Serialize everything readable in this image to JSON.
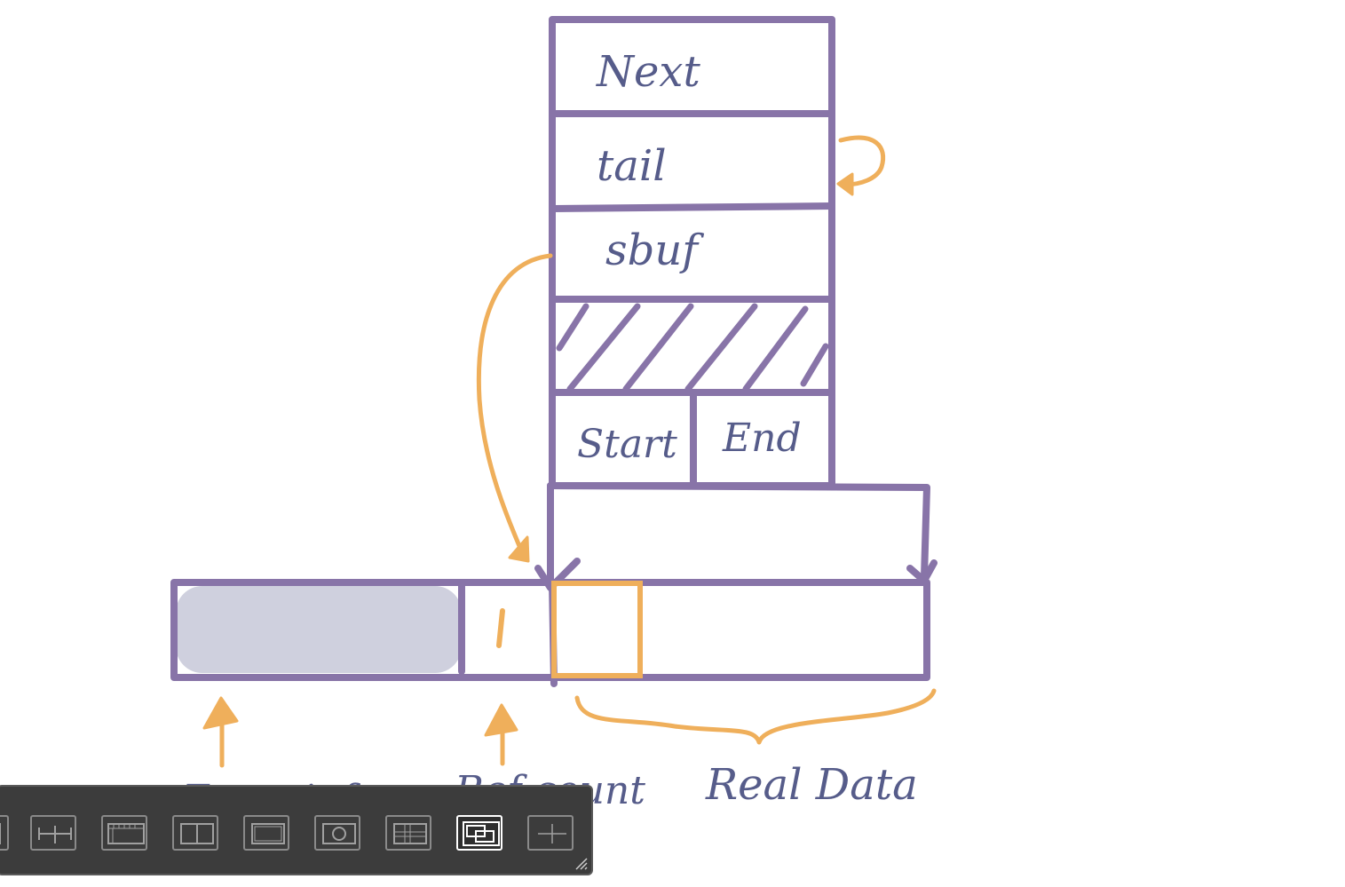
{
  "diagram": {
    "struct_fields": [
      "Next",
      "tail",
      "sbuf"
    ],
    "start_label": "Start",
    "end_label": "End",
    "buffer_refcount_value": "1",
    "annotations": {
      "extra_info": "Extra info",
      "ref_count": "Ref count",
      "real_data": "Real Data"
    },
    "colors": {
      "box_stroke": "#8874a8",
      "arrow": "#efaf5b",
      "text": "#565c8a",
      "extra_info_fill": "#cfd0de"
    }
  },
  "toolbar": {
    "tools": [
      {
        "name": "partial-left-tool",
        "icon": "box-icon",
        "active": false
      },
      {
        "name": "width-measure-tool",
        "icon": "horizontal-measure-icon",
        "active": false
      },
      {
        "name": "ruler-tool",
        "icon": "ruler-icon",
        "active": false
      },
      {
        "name": "columns-tool",
        "icon": "columns-icon",
        "active": false
      },
      {
        "name": "rectangle-tool",
        "icon": "rectangle-icon",
        "active": false
      },
      {
        "name": "magnifier-tool",
        "icon": "magnifier-icon",
        "active": false
      },
      {
        "name": "grid-tool",
        "icon": "grid-icon",
        "active": false
      },
      {
        "name": "overlay-tool",
        "icon": "overlapping-rectangles-icon",
        "active": true
      },
      {
        "name": "crosshair-tool",
        "icon": "crosshair-icon",
        "active": false
      }
    ]
  }
}
